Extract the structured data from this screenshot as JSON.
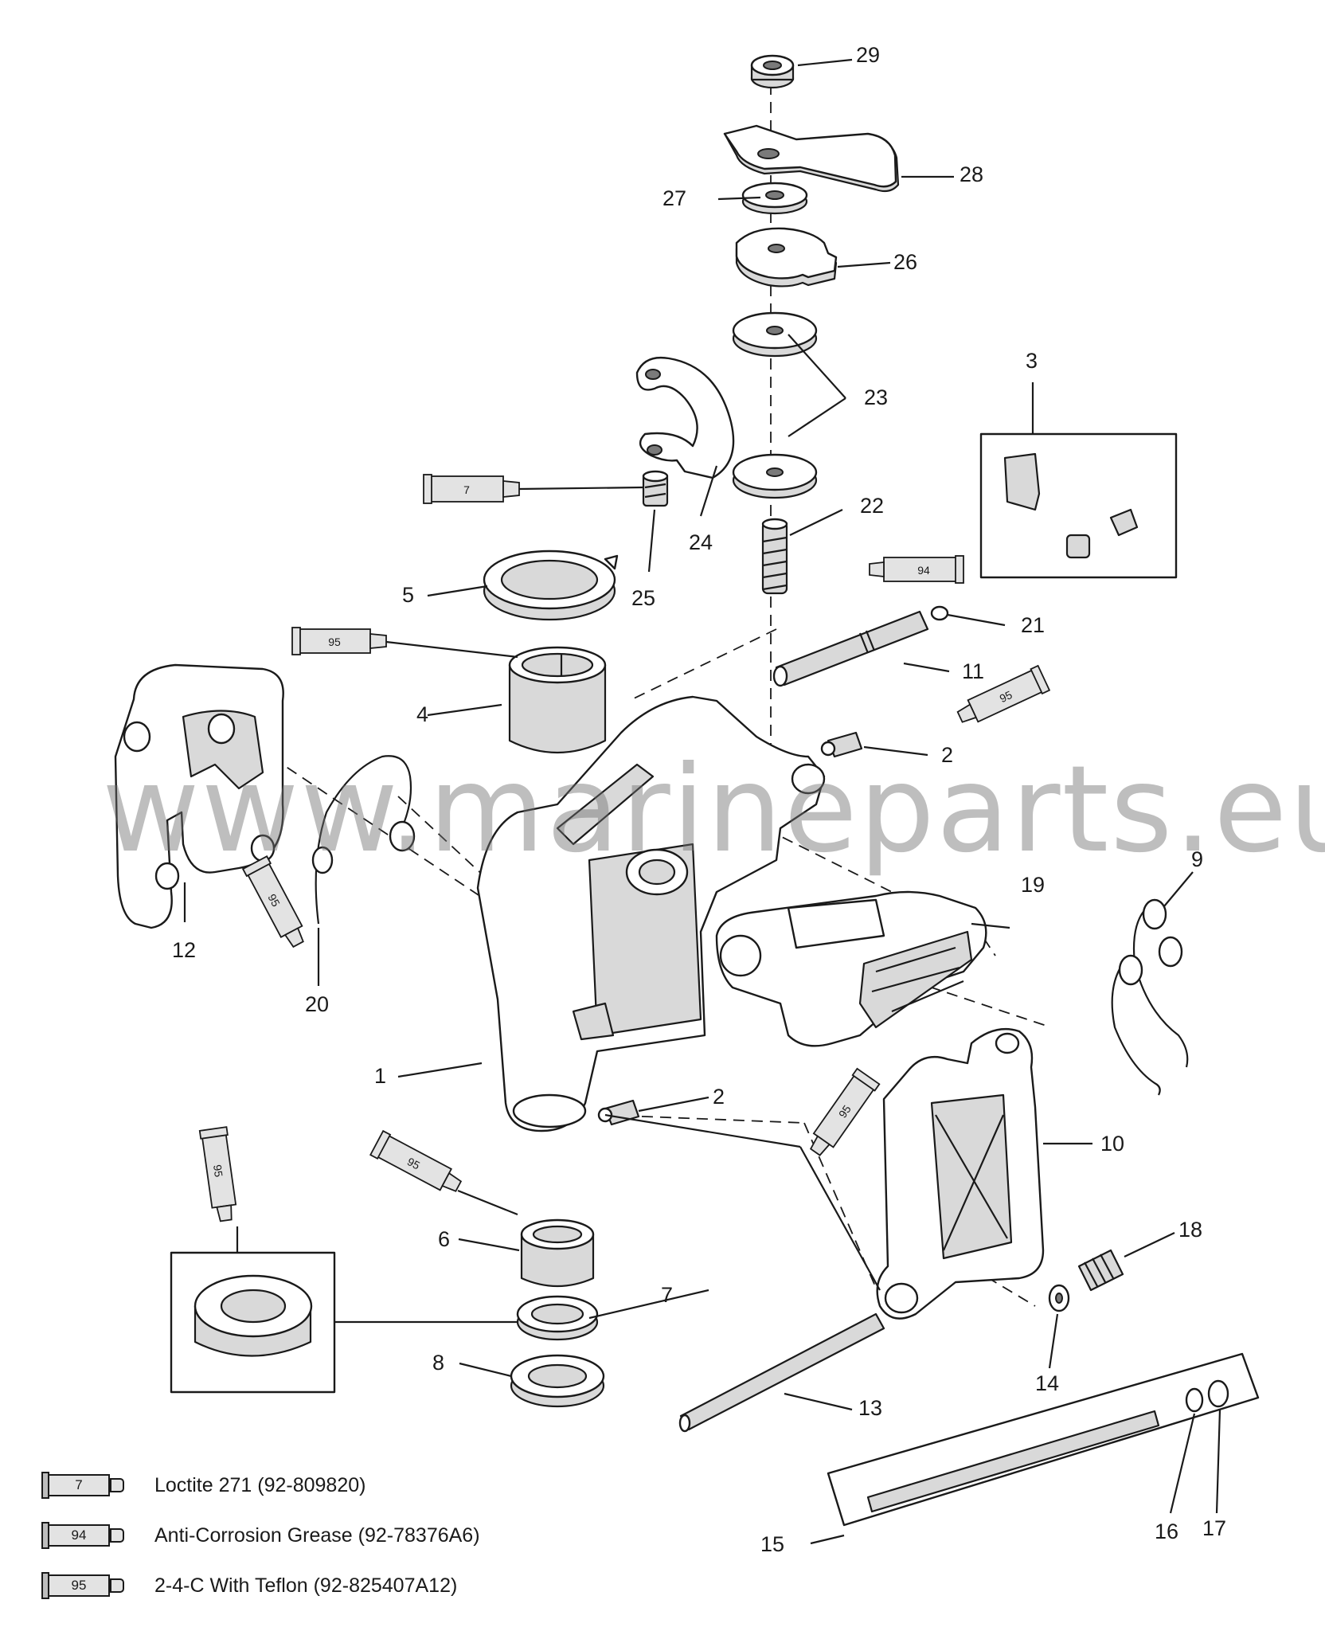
{
  "watermark": "www.marineparts.eu",
  "callouts": {
    "c1": "1",
    "c2a": "2",
    "c2b": "2",
    "c3": "3",
    "c4": "4",
    "c5": "5",
    "c6": "6",
    "c7": "7",
    "c8": "8",
    "c9": "9",
    "c10": "10",
    "c11": "11",
    "c12": "12",
    "c13": "13",
    "c14": "14",
    "c15": "15",
    "c16": "16",
    "c17": "17",
    "c18": "18",
    "c19": "19",
    "c20": "20",
    "c21": "21",
    "c22": "22",
    "c23": "23",
    "c24": "24",
    "c25": "25",
    "c26": "26",
    "c27": "27",
    "c28": "28",
    "c29": "29"
  },
  "tube_labels": {
    "t7": "7",
    "t94": "94",
    "t95a": "95",
    "t95b": "95",
    "t95c": "95",
    "t95d": "95",
    "t95e": "95",
    "t95f": "95"
  },
  "legend": [
    {
      "code": "7",
      "text": "Loctite 271 (92-809820)"
    },
    {
      "code": "94",
      "text": "Anti-Corrosion Grease (92-78376A6)"
    },
    {
      "code": "95",
      "text": "2-4-C With Teflon (92-825407A12)"
    }
  ]
}
